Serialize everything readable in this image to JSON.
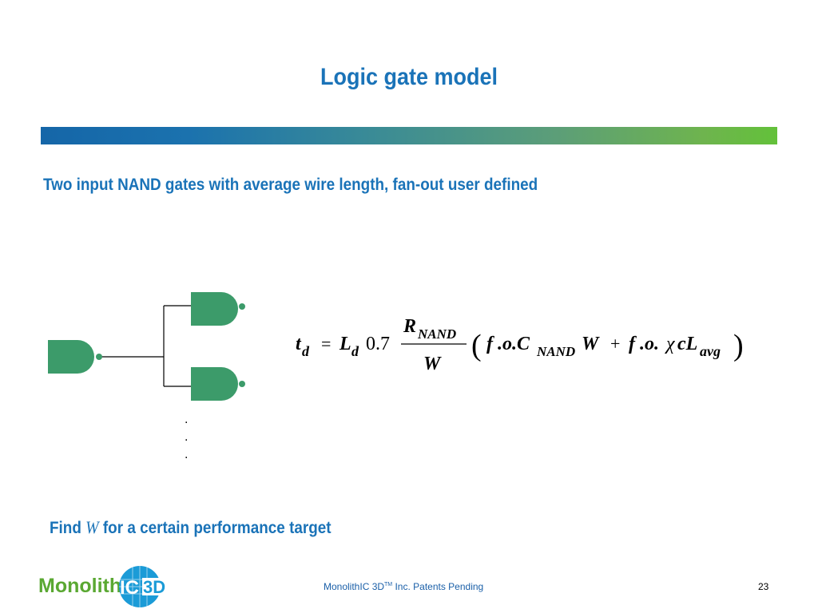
{
  "slide": {
    "title": "Logic gate model",
    "subtitle": "Two input NAND gates with average wire length, fan-out user defined",
    "find_line": {
      "prefix": "Find ",
      "variable": "W",
      "suffix": " for a certain performance target"
    },
    "ellipsis_dots": [
      ".",
      ".",
      "."
    ]
  },
  "formula": {
    "lhs_main": "t",
    "lhs_sub": "d",
    "equals": "=",
    "L_main": "L",
    "L_sub": "d",
    "coefficient": "0.7",
    "numerator_main": "R",
    "numerator_sub": "NAND",
    "denominator": "W",
    "open_paren": "(",
    "term1_f": "f",
    "term1_o": ".o.C",
    "term1_sub": "NAND",
    "term1_W": "W",
    "plus": "+",
    "term2_f": "f",
    "term2_o": ".o.",
    "chi": "χ",
    "term2_c": "cL",
    "term2_sub": "avg",
    "close_paren": ")"
  },
  "footer": {
    "company": "MonolithIC 3D",
    "tm": "TM",
    "rest": " Inc. Patents Pending",
    "page_number": "23"
  },
  "logo": {
    "left_text": "Monolith",
    "right_text": "3D",
    "ic_text": "IC"
  },
  "colors": {
    "title_blue": "#1a73b8",
    "gate_green": "#3c9b6a",
    "logo_green": "#5aa832",
    "logo_blue": "#1b9bd7"
  }
}
